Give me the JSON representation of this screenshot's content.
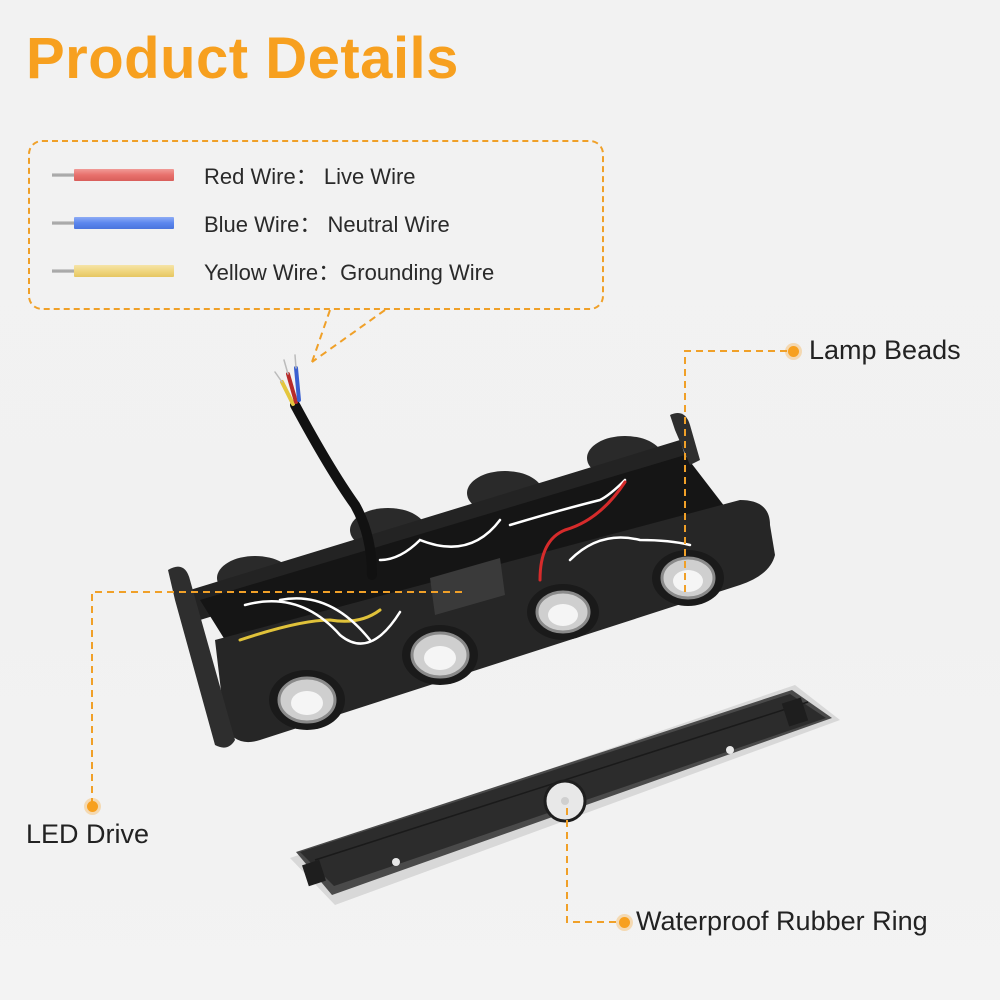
{
  "header": {
    "title": "Product Details"
  },
  "legend": {
    "items": [
      {
        "wire": "Red Wire",
        "separator": "：",
        "meaning": "Live Wire",
        "color": "#e8706c"
      },
      {
        "wire": "Blue Wire",
        "separator": "：",
        "meaning": "Neutral Wire",
        "color": "#5b86ee"
      },
      {
        "wire": "Yellow Wire",
        "separator": "：",
        "meaning": "Grounding Wire",
        "color": "#f0d680"
      }
    ]
  },
  "callouts": {
    "lamp_beads": "Lamp Beads",
    "led_drive": "LED Drive",
    "rubber_ring": "Waterproof Rubber Ring"
  },
  "colors": {
    "accent": "#f7a01f",
    "text": "#222222",
    "background": "#f2f2f2",
    "product_body": "#1e1e1e"
  }
}
